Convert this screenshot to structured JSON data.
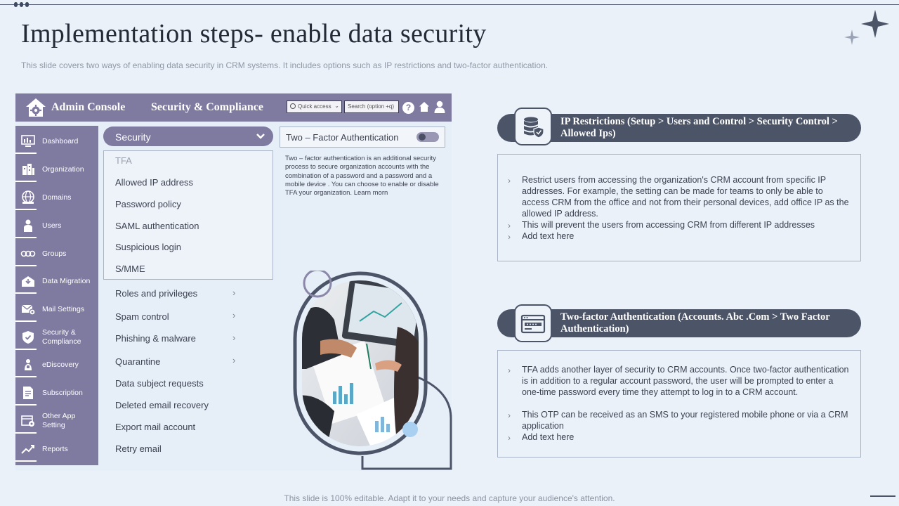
{
  "page": {
    "title": "Implementation steps- enable data security",
    "subtitle": "This slide covers two ways of enabling data security in CRM systems. It includes options such as IP restrictions and two-factor authentication.",
    "footer": "This slide is 100% editable. Adapt it to your needs and capture your audience's attention."
  },
  "console": {
    "brand": "Admin Console",
    "section": "Security & Compliance",
    "quick_access": "Quick access",
    "search_placeholder": "Search (option +q)",
    "sidebar": [
      {
        "label": "Dashboard",
        "icon": "dashboard-icon"
      },
      {
        "label": "Organization",
        "icon": "organization-icon"
      },
      {
        "label": "Domains",
        "icon": "globe-icon"
      },
      {
        "label": "Users",
        "icon": "user-icon"
      },
      {
        "label": "Groups",
        "icon": "groups-icon"
      },
      {
        "label": "Data Migration",
        "icon": "migration-icon"
      },
      {
        "label": "Mail Settings",
        "icon": "mail-icon"
      },
      {
        "label": "Security & Compliance",
        "icon": "shield-icon"
      },
      {
        "label": "eDiscovery",
        "icon": "discovery-icon"
      },
      {
        "label": "Subscription",
        "icon": "subscription-icon"
      },
      {
        "label": "Other App Setting",
        "icon": "app-setting-icon"
      },
      {
        "label": "Reports",
        "icon": "reports-icon"
      }
    ],
    "security_dropdown": "Security",
    "security_submenu": [
      "TFA",
      "Allowed IP address",
      "Password policy",
      "SAML authentication",
      "Suspicious login",
      "S/MME"
    ],
    "menu_items": [
      {
        "label": "Roles and privileges",
        "chevron": true
      },
      {
        "label": "Spam control",
        "chevron": true
      },
      {
        "label": "Phishing & malware",
        "chevron": true
      },
      {
        "label": "Quarantine",
        "chevron": true
      },
      {
        "label": "Data subject requests",
        "chevron": false
      },
      {
        "label": "Deleted email recovery",
        "chevron": false
      },
      {
        "label": "Export mail account",
        "chevron": false
      },
      {
        "label": "Retry email",
        "chevron": false
      }
    ],
    "tfa_label": "Two – Factor Authentication",
    "tfa_enabled": false,
    "tfa_description": "Two – factor authentication is an additional security process to secure organization accounts with the combination of a password and a password and a mobile device . You can choose to enable or disable TFA your organization. Learn morn"
  },
  "cards": [
    {
      "header": "IP Restrictions (Setup > Users and Control > Security Control > Allowed Ips)",
      "icon": "database-shield-icon",
      "bullets": [
        "Restrict users from accessing the organization's CRM account from specific IP addresses. For example, the setting can be made for teams to only be able to access CRM from the office and not from their personal devices, add office IP as the allowed IP address.",
        "This will prevent  the users from accessing CRM from different IP addresses",
        "Add text here"
      ]
    },
    {
      "header": "Two-factor Authentication (Accounts. Abc .Com > Two Factor Authentication)",
      "icon": "browser-password-icon",
      "bullets": [
        "TFA adds another  layer of security to CRM accounts. Once two-factor authentication is in addition to a regular account password, the user will be prompted to enter a one-time password every time they attempt to log in to a CRM account.",
        "This OTP can be received  as an SMS to your registered mobile phone or via a CRM application",
        "Add text here"
      ]
    }
  ],
  "colors": {
    "background": "#eaf1f9",
    "console_accent": "#7e7aa0",
    "card_header": "#4c5468",
    "title_text": "#242a36"
  }
}
